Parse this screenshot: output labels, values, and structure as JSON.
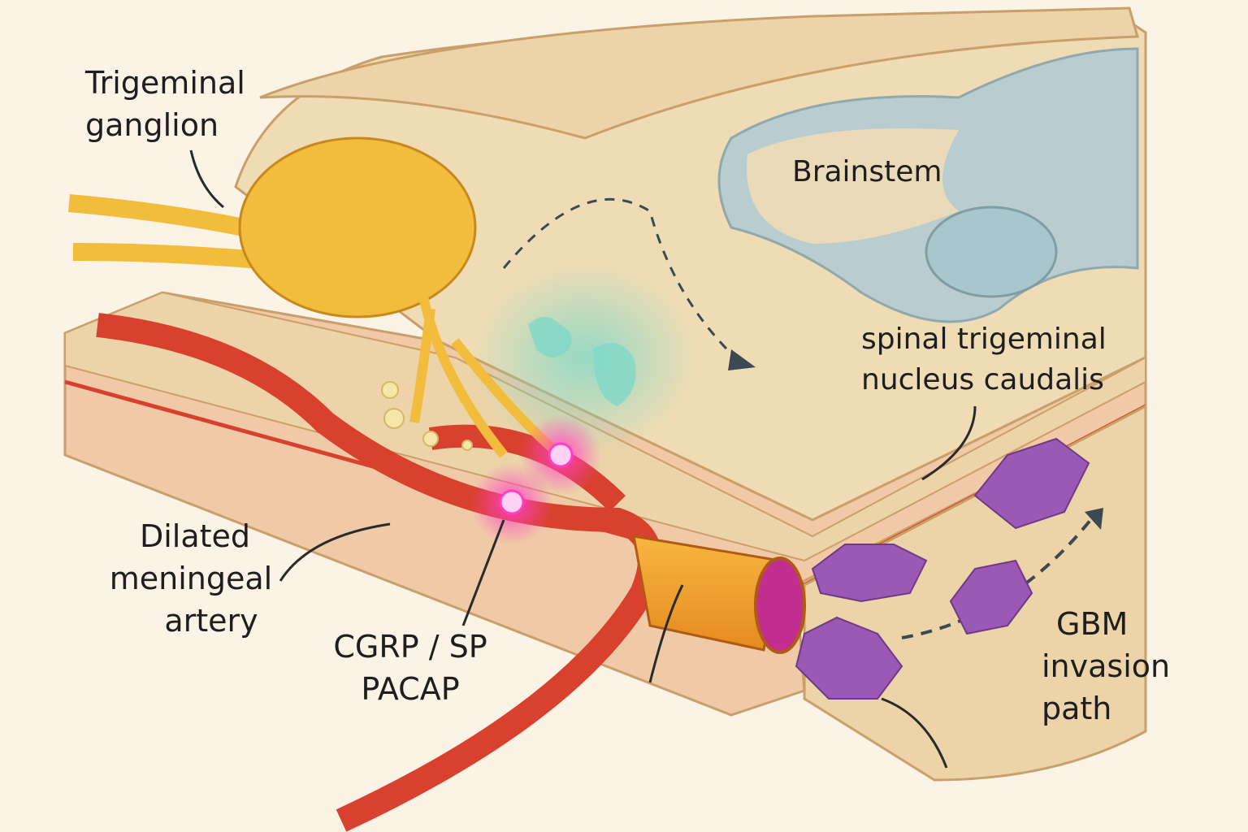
{
  "labels": {
    "trigeminal_ganglion": [
      "Trigeminal",
      "ganglion"
    ],
    "brainstem": "Brainstem",
    "nucleus": [
      "spinal trigeminal",
      "nucleus caudalis"
    ],
    "artery": [
      "Dilated",
      "meningeal",
      "artery"
    ],
    "neuropeptides": [
      "CGRP / SP",
      "PACAP"
    ],
    "gbm": [
      "GBM",
      "invasion",
      "path"
    ]
  },
  "colors": {
    "background": "#fbf3e6",
    "tissue": "#ecd3a8",
    "ganglion": "#f2bd3c",
    "artery": "#d9412f",
    "brainstem": "#b9cdd0",
    "gbm_cells": "#9b59b6",
    "neuropeptide_glow": "#ff3fc8",
    "diffusion": "#7fd8c8"
  }
}
